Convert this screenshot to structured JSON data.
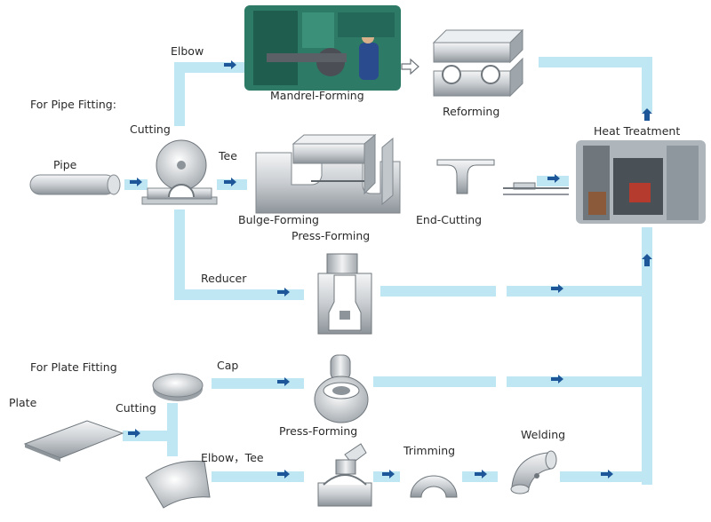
{
  "labels": {
    "pipe_fitting": "For Pipe Fitting:",
    "plate_fitting": "For Plate Fitting",
    "pipe": "Pipe",
    "plate": "Plate",
    "cutting_pipe": "Cutting",
    "cutting_plate": "Cutting",
    "elbow": "Elbow",
    "tee": "Tee",
    "reducer": "Reducer",
    "cap": "Cap",
    "elbow_tee": "Elbow，Tee",
    "mandrel_forming": "Mandrel-Forming",
    "reforming": "Reforming",
    "bulge_forming": "Bulge-Forming",
    "end_cutting": "End-Cutting",
    "press_forming_reducer": "Press-Forming",
    "press_forming_cap": "Press-Forming",
    "trimming": "Trimming",
    "welding": "Welding",
    "heat_treatment": "Heat Treatment"
  },
  "colors": {
    "flow_line": "#bfe6f3",
    "arrow": "#1e5799",
    "machine_green": "#2e7e6a",
    "furnace_grey": "#9aa3aa"
  }
}
